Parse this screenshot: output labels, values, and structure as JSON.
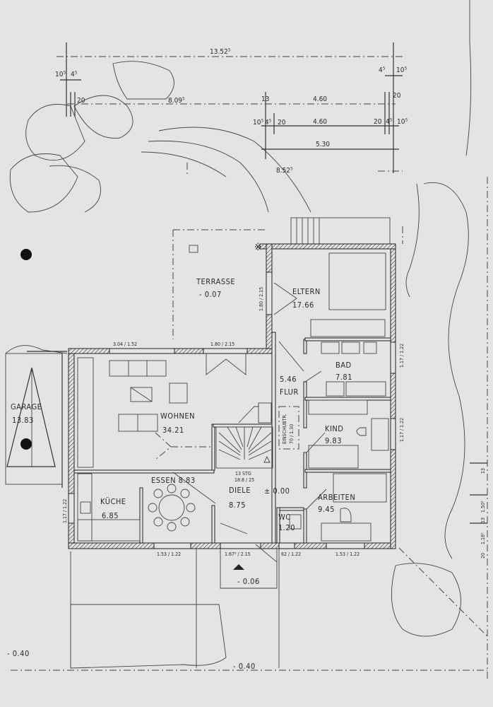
{
  "rooms": {
    "terrasse": {
      "name": "TERRASSE",
      "level": "- 0.07"
    },
    "eltern": {
      "name": "ELTERN",
      "area": "17.66"
    },
    "bad": {
      "name": "BAD",
      "area": "7.81"
    },
    "flur": {
      "name": "FLUR",
      "area": "5.46"
    },
    "kind": {
      "name": "KIND",
      "area": "9.83"
    },
    "arbeiten": {
      "name": "ARBEITEN",
      "area": "9.45"
    },
    "wohnen": {
      "name": "WOHNEN",
      "area": "34.21"
    },
    "essen": {
      "name": "ESSEN 8.83"
    },
    "kueche": {
      "name": "KÜCHE",
      "area": "6.85"
    },
    "diele": {
      "name": "DIELE",
      "area": "8.75",
      "level": "± 0.00"
    },
    "wc": {
      "name": "WC",
      "area": "1.20"
    },
    "garage": {
      "name": "GARAGE",
      "area": "13.83"
    }
  },
  "stairs": {
    "steps": "13 STG",
    "rise_run": "18.8 / 25",
    "attic_ladder": "EINSCHUBTR.",
    "attic_size": "70 / 1.30"
  },
  "levels": {
    "entrance": "- 0.06",
    "garden_left": "- 0.40",
    "garden_bottom": "- 0.40"
  },
  "dimensions": {
    "total_width": "13.52⁵",
    "left_a": "10⁵",
    "left_b": "4⁵",
    "left_c": "20",
    "partial_left": "8.09⁵",
    "row1_a": "13",
    "row1_b": "4.60",
    "row1_c": "20",
    "right_a": "4⁵",
    "right_b": "10⁵",
    "row2_a": "10⁵",
    "row2_b": "4⁵",
    "row2_c": "20",
    "row2_d": "4.60",
    "row2_e": "20",
    "row2_f": "4⁵",
    "row2_g": "10⁵",
    "wing_width": "5.30",
    "wing_total": "8.52⁵",
    "side_a": "20",
    "side_b": "1.18⁵",
    "side_c": "13",
    "side_d": "1.50⁵",
    "side_e": "13"
  },
  "openings": {
    "wohnen_window": "3.04 / 1.52",
    "wohnen_door": "1.80 / 2.15",
    "eltern_door": "1.80 / 2.15",
    "bad_window": "1.17 / 1.22",
    "kind_window": "1.17 / 1.22",
    "kueche_window": "1.17 / 1.22",
    "essen_window": "1.53 / 1.22",
    "entrance_door": "1.67⁵ / 2.15",
    "wc_window": "62 / 1.22",
    "arbeiten_window": "1.53 / 1.22"
  }
}
